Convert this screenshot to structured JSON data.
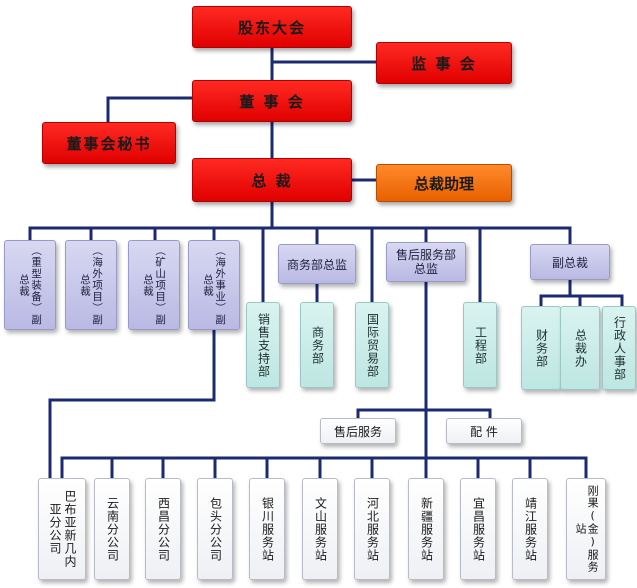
{
  "top": {
    "shareholders": "股东大会",
    "supervisors": "监 事 会",
    "board": "董 事 会",
    "board_secretary": "董事会秘书",
    "president": "总  裁",
    "president_assistant": "总裁助理"
  },
  "vice_presidents": [
    "（重型装备）副总裁",
    "（海外项目）副总裁",
    "（矿山项目）副总裁",
    "（海外事业）副总裁"
  ],
  "departments": {
    "sales_support": "销售支持部",
    "commerce_head": "商务部总监",
    "commerce": "商务部",
    "intl_trade": "国际贸易部",
    "after_sales_head": "售后服务部总监",
    "engineering": "工程部",
    "vice_president": "副总裁",
    "finance": "财务部",
    "president_office": "总裁办",
    "admin_hr": "行政人事部",
    "after_sales_service": "售后服务",
    "parts": "配 件"
  },
  "branches": [
    "巴布亚新几内亚分公司",
    "云南分公司",
    "西昌分公司",
    "包头分公司",
    "银川服务站",
    "文山服务站",
    "河北服务站",
    "新疆服务站",
    "宜昌服务站",
    "靖江服务站",
    "刚果(金)服务站"
  ],
  "colors": {
    "line": "#1c2a72",
    "red": "#ff1a14",
    "orange": "#f07010",
    "lavender": "#c8c8ec",
    "mint": "#cdeeea",
    "white": "#f6f7fa"
  }
}
